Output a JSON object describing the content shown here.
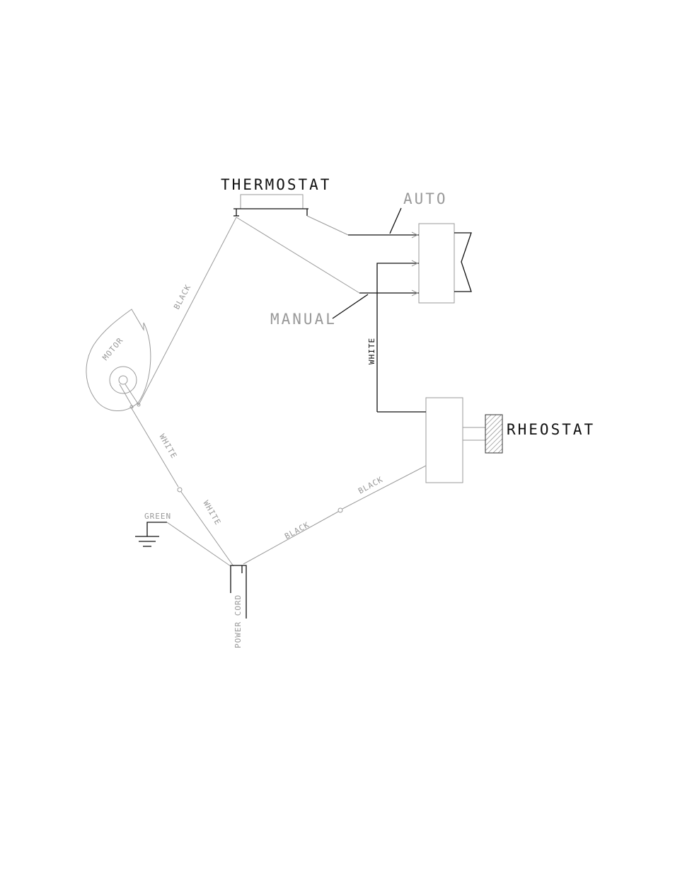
{
  "labels": {
    "thermostat": "THERMOSTAT",
    "auto": "AUTO",
    "manual": "MANUAL",
    "rheostat": "RHEOSTAT",
    "motor": "MOTOR",
    "power_cord": "POWER CORD",
    "green": "GREEN",
    "white_vertical": "WHITE",
    "black_motor_thermostat": "BLACK",
    "white_motor_upper": "WHITE",
    "white_motor_lower": "WHITE",
    "black_cord_lower": "BLACK",
    "black_cord_upper": "BLACK"
  },
  "colors": {
    "thin_line": "#9a9a9a",
    "dark_line": "#111111",
    "background": "#ffffff"
  }
}
